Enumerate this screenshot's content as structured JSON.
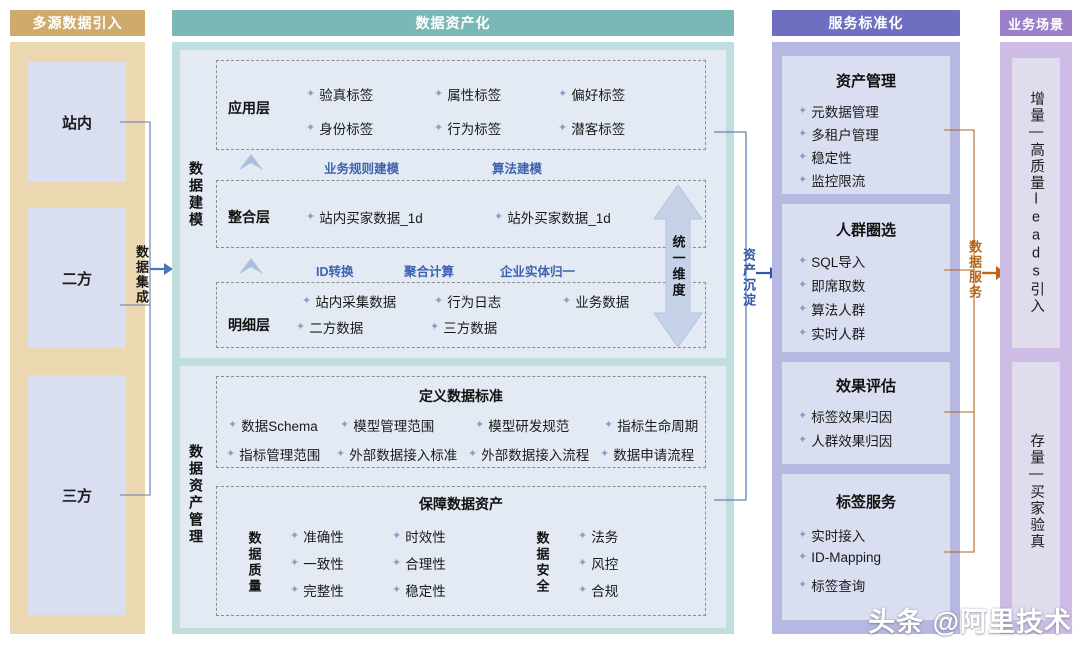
{
  "columns": {
    "source": {
      "header": "多源数据引入",
      "items": [
        {
          "label": "站内"
        },
        {
          "label": "二方"
        },
        {
          "label": "三方"
        }
      ]
    },
    "assetization": {
      "header": "数据资产化",
      "modeling_side_label": "数据建模",
      "governance_side_label": "数据资产管理",
      "unified_dimension": "统一维度",
      "layers": [
        {
          "name": "应用层",
          "items": [
            "验真标签",
            "属性标签",
            "偏好标签",
            "身份标签",
            "行为标签",
            "潜客标签"
          ]
        },
        {
          "name": "整合层",
          "items": [
            "站内买家数据_1d",
            "站外买家数据_1d"
          ]
        },
        {
          "name": "明细层",
          "items": [
            "站内采集数据",
            "行为日志",
            "业务数据",
            "二方数据",
            "三方数据"
          ]
        }
      ],
      "process_labels_top": [
        "业务规则建模",
        "算法建模"
      ],
      "process_labels_mid": [
        "ID转换",
        "聚合计算",
        "企业实体归一"
      ],
      "standards": {
        "title": "定义数据标准",
        "items": [
          "数据Schema",
          "模型管理范围",
          "模型研发规范",
          "指标生命周期",
          "指标管理范围",
          "外部数据接入标准",
          "外部数据接入流程",
          "数据申请流程"
        ]
      },
      "assurance": {
        "title": "保障数据资产",
        "groups": [
          {
            "name": "数据质量",
            "cols": [
              [
                "准确性",
                "一致性",
                "完整性"
              ],
              [
                "时效性",
                "合理性",
                "稳定性"
              ]
            ]
          },
          {
            "name": "数据安全",
            "cols": [
              [
                "法务",
                "风控",
                "合规"
              ]
            ]
          }
        ]
      }
    },
    "service": {
      "header": "服务标准化",
      "cards": [
        {
          "title": "资产管理",
          "items": [
            "元数据管理",
            "多租户管理",
            "稳定性",
            "监控限流"
          ]
        },
        {
          "title": "人群圈选",
          "items": [
            "SQL导入",
            "即席取数",
            "算法人群",
            "实时人群"
          ]
        },
        {
          "title": "效果评估",
          "items": [
            "标签效果归因",
            "人群效果归因"
          ]
        },
        {
          "title": "标签服务",
          "items": [
            "实时接入",
            "ID-Mapping",
            "标签查询"
          ]
        }
      ]
    },
    "business": {
      "header": "业务场景",
      "cells": [
        {
          "label": "增量—高质量leads引入"
        },
        {
          "label": "存量—买家验真"
        }
      ]
    }
  },
  "connectors": {
    "integration": "数据集成",
    "precipitation": "资产沉淀",
    "data_service": "数据服务"
  },
  "watermark": "头条 @阿里技术",
  "colors": {
    "gold_header": "#ceab6d",
    "teal_header": "#79b8b6",
    "blue_header": "#6e6fc1",
    "purple_header": "#9b7fc9",
    "panel": "#e3eaf4",
    "card": "#d9dff0",
    "accent_blue": "#3d63b0",
    "accent_orange": "#b5651c"
  }
}
